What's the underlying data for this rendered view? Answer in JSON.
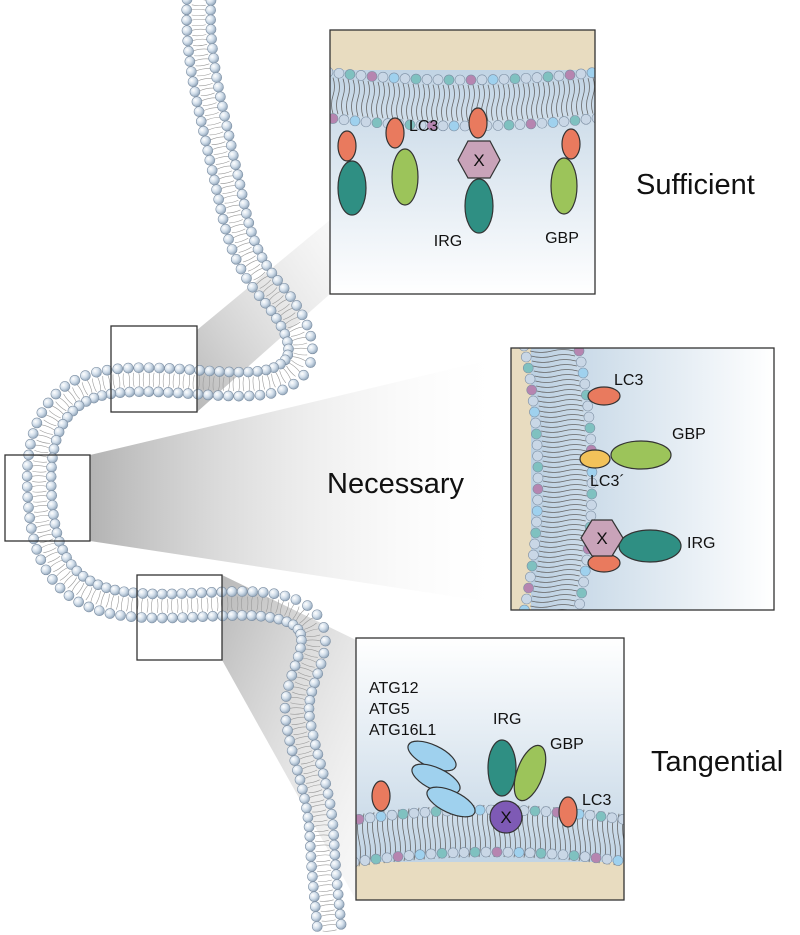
{
  "categories": {
    "sufficient": "Sufficient",
    "necessary": "Necessary",
    "tangential": "Tangential"
  },
  "sufficient_panel": {
    "lc3": "LC3",
    "irg": "IRG",
    "gbp": "GBP",
    "x": "X"
  },
  "necessary_panel": {
    "lc3": "LC3",
    "gbp": "GBP",
    "lc3_prime": "LC3´",
    "irg": "IRG",
    "x": "X"
  },
  "tangential_panel": {
    "atg12": "ATG12",
    "atg5": "ATG5",
    "atg16l1": "ATG16L1",
    "irg": "IRG",
    "gbp": "GBP",
    "lc3": "LC3",
    "x": "X"
  },
  "colors": {
    "lipid_head": "#c9d7e6",
    "lc3": "#e97a5e",
    "irg": "#2f8f83",
    "gbp": "#9cc45a",
    "x_hexagon": "#c9a3b9",
    "x_circle": "#7e5ab5",
    "atg_complex": "#9fd1ee",
    "lc3_prime": "#f2c25a",
    "panel_gradient_dark": "#b7cde0",
    "panel_outer": "#e8dcc0"
  }
}
